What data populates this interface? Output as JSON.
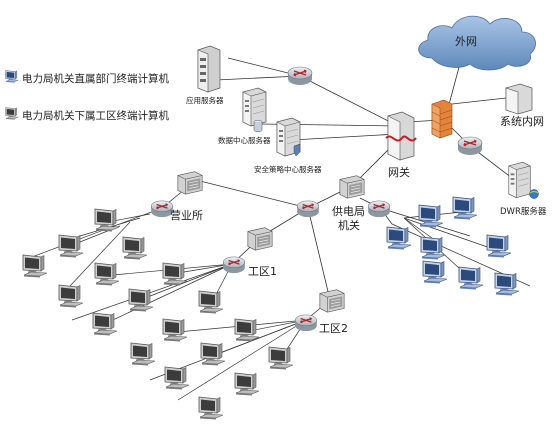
{
  "legend": {
    "item1": "电力局机关直属部门终端计算机",
    "item2": "电力局机关下属工区终端计算机"
  },
  "labels": {
    "cloud": "外网",
    "app_server": "应用服务器",
    "data_center": "数据中心服务器",
    "security_server": "安全策略中心服务器",
    "gateway": "网关",
    "intranet": "系统内网",
    "dwr": "DWR服务器",
    "business_office": "营业所",
    "power_supply": "供电局",
    "bureau": "机关",
    "zone1": "工区1",
    "zone2": "工区2"
  },
  "colors": {
    "cloud": "#6f97c4",
    "router": "#c7cfd6",
    "router_arrow": "#b3202a",
    "firewall": "#e4833a",
    "pc_gray": "#8c8c8c",
    "pc_blue": "#5f7fb4",
    "line": "#333333"
  },
  "icons": {
    "cloud": "cloud-icon",
    "router": "router-icon",
    "server": "server-icon",
    "firewall": "firewall-icon",
    "switch": "switch-icon",
    "pc": "computer-icon"
  }
}
